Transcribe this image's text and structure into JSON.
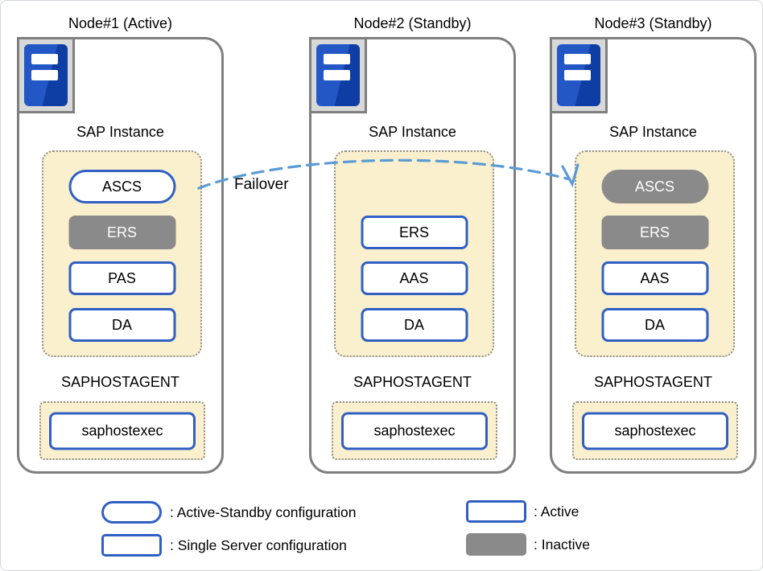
{
  "failover": {
    "label": "Failover"
  },
  "nodes": [
    {
      "title": "Node#1 (Active)",
      "sap_label": "SAP Instance",
      "instances": [
        {
          "label": "ASCS",
          "shape": "pill",
          "state": "active",
          "row": 0
        },
        {
          "label": "ERS",
          "shape": "rect",
          "state": "inactive",
          "row": 1
        },
        {
          "label": "PAS",
          "shape": "rect",
          "state": "active",
          "row": 2
        },
        {
          "label": "DA",
          "shape": "rect",
          "state": "active",
          "row": 3
        }
      ],
      "hostagent_label": "SAPHOSTAGENT",
      "hostexec_label": "saphostexec"
    },
    {
      "title": "Node#2 (Standby)",
      "sap_label": "SAP Instance",
      "instances": [
        {
          "label": "ERS",
          "shape": "rect",
          "state": "active",
          "row": 1
        },
        {
          "label": "AAS",
          "shape": "rect",
          "state": "active",
          "row": 2
        },
        {
          "label": "DA",
          "shape": "rect",
          "state": "active",
          "row": 3
        }
      ],
      "hostagent_label": "SAPHOSTAGENT",
      "hostexec_label": "saphostexec"
    },
    {
      "title": "Node#3 (Standby)",
      "sap_label": "SAP Instance",
      "instances": [
        {
          "label": "ASCS",
          "shape": "pill",
          "state": "inactive",
          "row": 0
        },
        {
          "label": "ERS",
          "shape": "rect",
          "state": "inactive",
          "row": 1
        },
        {
          "label": "AAS",
          "shape": "rect",
          "state": "active",
          "row": 2
        },
        {
          "label": "DA",
          "shape": "rect",
          "state": "active",
          "row": 3
        }
      ],
      "hostagent_label": "SAPHOSTAGENT",
      "hostexec_label": "saphostexec"
    }
  ],
  "legend": {
    "items": [
      {
        "swatch": "pill-active",
        "label": ": Active-Standby configuration"
      },
      {
        "swatch": "rect-active",
        "label": ": Single Server configuration"
      },
      {
        "swatch": "rect-active",
        "label": ": Active"
      },
      {
        "swatch": "rect-inactive",
        "label": ": Inactive"
      }
    ]
  },
  "colors": {
    "accent_blue": "#3060C4",
    "inactive_gray": "#8A8A8A",
    "panel_cream": "#FBF0CD",
    "arrow_blue": "#5B9BD5",
    "node_border_gray": "#7F7F7F"
  }
}
